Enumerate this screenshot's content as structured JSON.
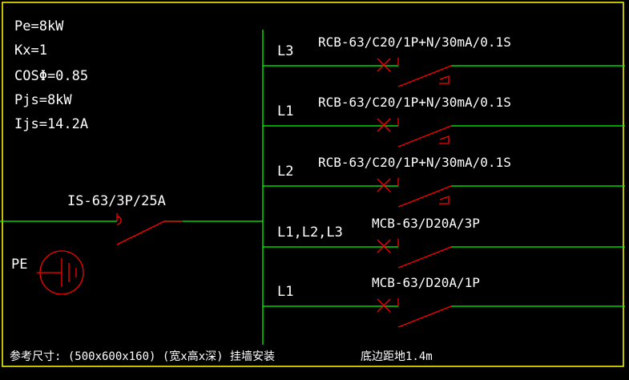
{
  "params": {
    "pe": "Pe=8kW",
    "kx": "Kx=1",
    "cos": "COSΦ=0.85",
    "pjs": "Pjs=8kW",
    "ijs": "Ijs=14.2A"
  },
  "main_switch": {
    "label": "IS-63/3P/25A"
  },
  "earth": {
    "label": "PE"
  },
  "circuits": [
    {
      "phase": "L3",
      "breaker": "RCB-63/C20/1P+N/30mA/0.1S",
      "type": "rcd"
    },
    {
      "phase": "L1",
      "breaker": "RCB-63/C20/1P+N/30mA/0.1S",
      "type": "rcd"
    },
    {
      "phase": "L2",
      "breaker": "RCB-63/C20/1P+N/30mA/0.1S",
      "type": "rcd"
    },
    {
      "phase": "L1,L2,L3",
      "breaker": "MCB-63/D20A/3P",
      "type": "mcb"
    },
    {
      "phase": "L1",
      "breaker": "MCB-63/D20A/1P",
      "type": "mcb"
    }
  ],
  "footer": {
    "size_note": "参考尺寸: (500x600x160) (宽x高x深) 挂墙安装",
    "height_note": "底边距地1.4m"
  },
  "colors": {
    "background": "#000000",
    "frame": "#ffff00",
    "wire": "#00ff00",
    "symbol": "#ff0000",
    "text": "#ffffff"
  }
}
